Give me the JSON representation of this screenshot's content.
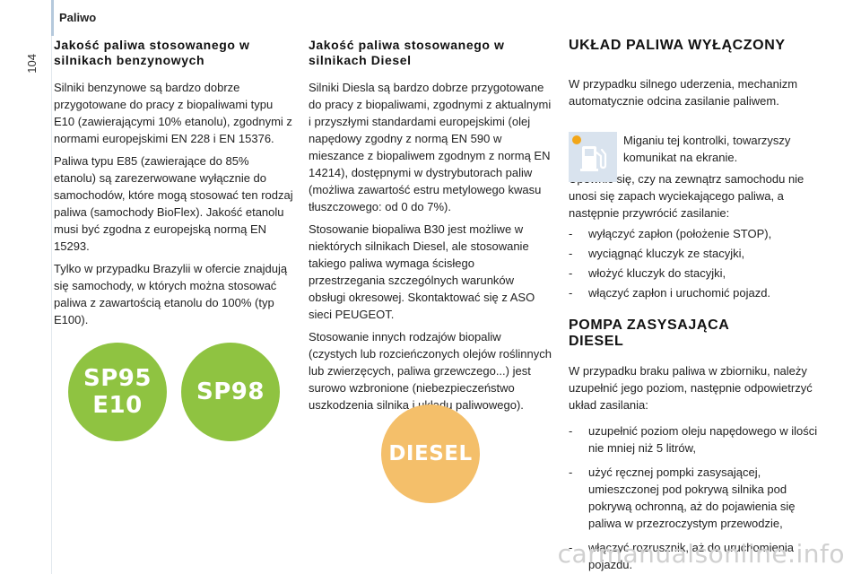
{
  "header": {
    "page_number": "104",
    "section": "Paliwo"
  },
  "col1": {
    "title": "Jakość paliwa stosowanego w silnikach benzynowych",
    "paragraphs": [
      "Silniki benzynowe są bardzo dobrze przygotowane do pracy z biopaliwami typu E10 (zawierającymi 10% etanolu), zgodnymi z normami europejskimi EN 228 i EN 15376.",
      "Paliwa typu E85 (zawierające do 85% etanolu) są zarezerwowane wyłącznie do samochodów, które mogą stosować ten rodzaj paliwa (samochody BioFlex). Jakość etanolu musi być zgodna z europejską normą EN 15293.",
      "Tylko w przypadku Brazylii w ofercie znajdują się samochody, w których można stosować paliwa z zawartością etanolu do 100% (typ E100)."
    ]
  },
  "col2": {
    "title": "Jakość paliwa stosowanego w silnikach Diesel",
    "paragraphs": [
      "Silniki Diesla są bardzo dobrze przygotowane do pracy z biopaliwami, zgodnymi z aktualnymi i przyszłymi standardami europejskimi (olej napędowy zgodny z normą EN 590 w mieszance z biopaliwem zgodnym z normą EN 14214), dostępnymi w dystrybutorach paliw (możliwa zawartość estru metylowego kwasu tłuszczowego: od 0 do 7%).",
      "Stosowanie biopaliwa B30 jest możliwe w niektórych silnikach Diesel, ale stosowanie takiego paliwa wymaga ścisłego przestrzegania szczególnych warunków obsługi okresowej. Skontaktować się z ASO sieci PEUGEOT.",
      "Stosowanie innych rodzajów biopaliw (czystych lub rozcieńczonych olejów roślinnych lub zwierzęcych, paliwa grzewczego...) jest surowo wzbronione (niebezpieczeństwo uszkodzenia silnika i układu paliwowego)."
    ]
  },
  "col3": {
    "title": "UKŁAD PALIWA WYŁĄCZONY",
    "intro": "W przypadku silnego uderzenia, mechanizm automatycznie odcina zasilanie paliwem.",
    "warning_text": "Miganiu tej kontrolki, towarzyszy komunikat na ekranie.",
    "warning_icon": "fuel-pump-icon",
    "warning_dot_color": "#f2a618",
    "check_text": "Upewnić się, czy na zewnątrz samochodu nie unosi się zapach wyciekającego paliwa, a następnie przywrócić zasilanie:",
    "steps": [
      "wyłączyć zapłon (położenie STOP),",
      "wyciągnąć kluczyk ze stacyjki,",
      "włożyć kluczyk do stacyjki,",
      "włączyć zapłon i uruchomić pojazd."
    ],
    "pump_title": "POMPA ZASYSAJĄCA DIESEL",
    "pump_intro": "W przypadku braku paliwa w zbiorniku, należy uzupełnić jego poziom, następnie odpowietrzyć układ zasilania:",
    "pump_steps": [
      "uzupełnić poziom oleju napędowego w ilości nie mniej niż 5 litrów,",
      "użyć ręcznej pompki zasysającej, umieszczonej pod pokrywą silnika pod pokrywą ochronną, aż do pojawienia się paliwa w przezroczystym przewodzie,",
      "włączyć rozrusznik, aż do uruchomienia pojazdu."
    ]
  },
  "badges": {
    "sp95_line1": "SP95",
    "sp95_line2": "E10",
    "sp98": "SP98",
    "diesel": "DIESEL",
    "petrol_color": "#8fc341",
    "diesel_color": "#f4bf6a"
  },
  "watermark": "carmanualsonline.info"
}
